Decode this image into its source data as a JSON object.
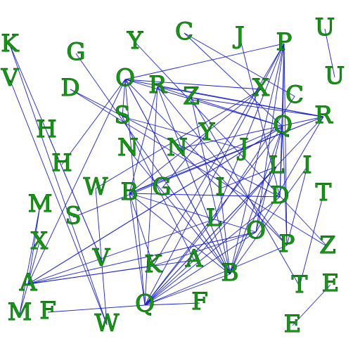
{
  "labels": [
    "K",
    "V",
    "G",
    "Y",
    "C",
    "J",
    "P",
    "U",
    "U",
    "O",
    "R",
    "Z",
    "X",
    "C",
    "D",
    "R",
    "S",
    "Q",
    "H",
    "Y",
    "N",
    "N",
    "J",
    "H",
    "L",
    "I",
    "W",
    "B",
    "G",
    "I",
    "D",
    "T",
    "M",
    "S",
    "L",
    "O",
    "X",
    "P",
    "Z",
    "V",
    "K",
    "A",
    "B",
    "A",
    "T",
    "E",
    "M",
    "F",
    "Q",
    "F",
    "W",
    "E"
  ],
  "colors": {
    "text_fill": "#0f9d0f",
    "text_stroke": "#063a06",
    "edge": "#1a22cc"
  }
}
